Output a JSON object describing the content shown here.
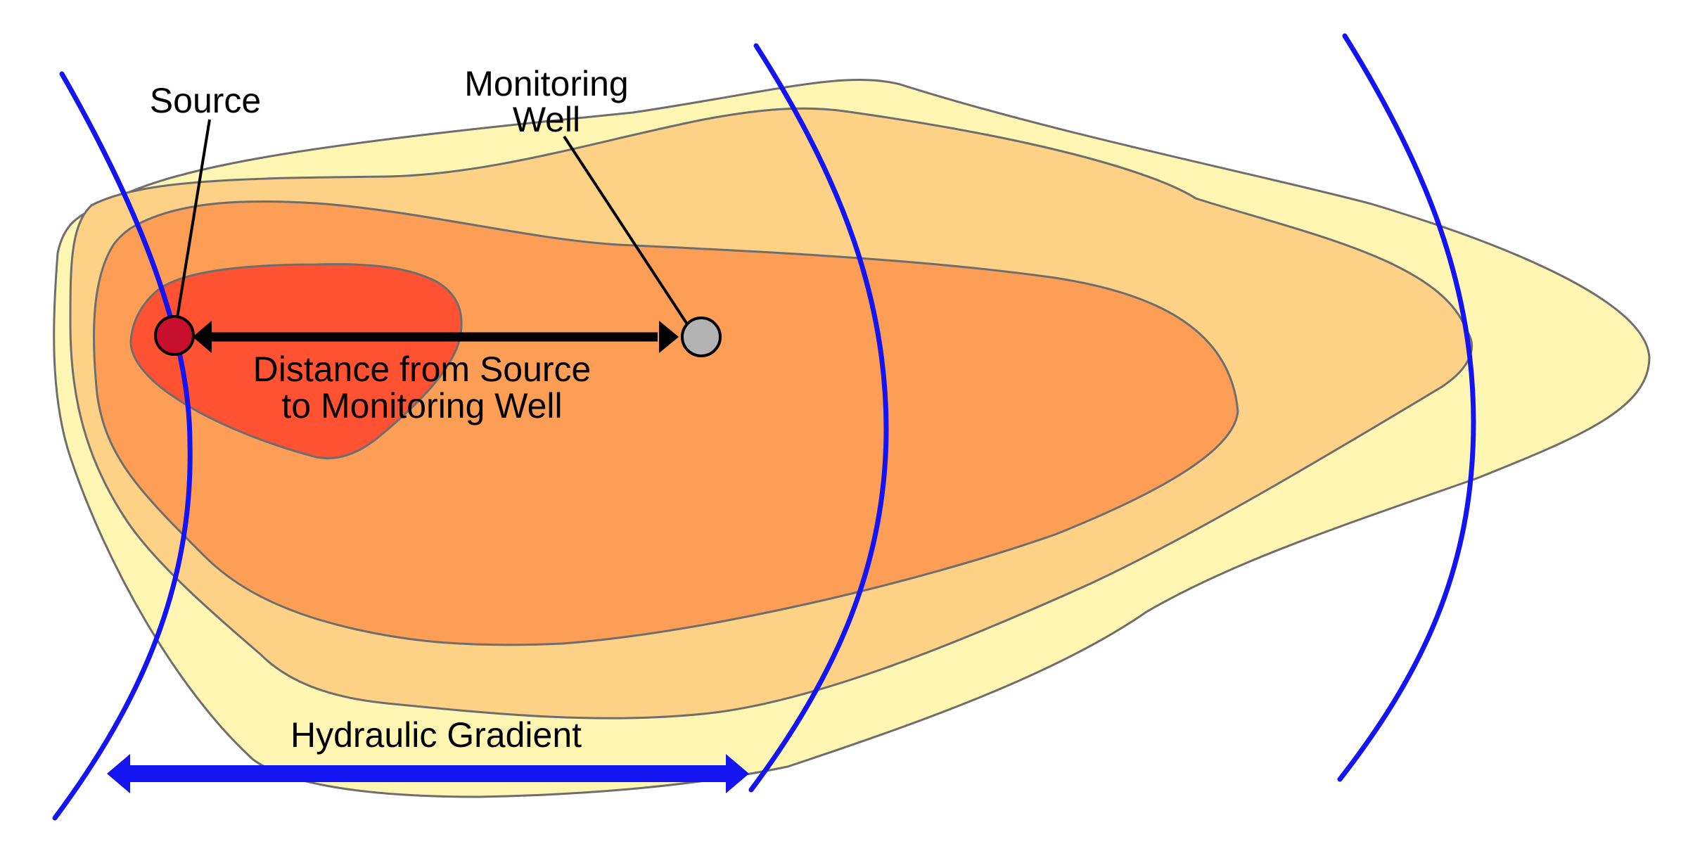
{
  "labels": {
    "source": "Source",
    "monitoring_well_line1": "Monitoring",
    "monitoring_well_line2": "Well",
    "distance_line1": "Distance from Source",
    "distance_line2": "to Monitoring Well",
    "hydraulic_gradient": "Hydraulic Gradient"
  },
  "colors": {
    "plume_outer": "#FFF6B3",
    "plume_second": "#FDD186",
    "plume_third": "#FD9E57",
    "plume_core": "#FF5233",
    "plume_outline": "#6E6E6E",
    "equipotential_lines": "#1414F0",
    "gradient_arrow": "#1414F0",
    "distance_arrow": "#000000",
    "source_marker": "#C8102E",
    "monitoring_well_marker": "#B3B3B3"
  },
  "icons": {
    "source": "red-circle",
    "monitoring_well": "gray-circle"
  }
}
